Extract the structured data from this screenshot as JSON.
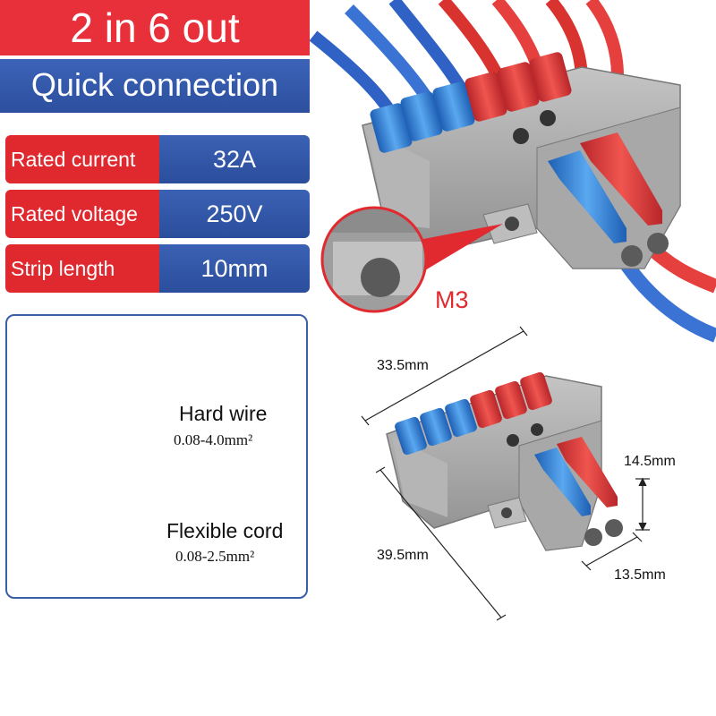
{
  "header": {
    "title": "2 in 6 out",
    "subtitle": "Quick connection"
  },
  "specs": [
    {
      "label": "Rated current",
      "value": "32A"
    },
    {
      "label": "Rated voltage",
      "value": "250V"
    },
    {
      "label": "Strip length",
      "value": "10mm"
    }
  ],
  "callout": {
    "label": "M3"
  },
  "wires": [
    {
      "name": "Hard wire",
      "size": "0.08-4.0mm²"
    },
    {
      "name": "Flexible cord",
      "size": "0.08-2.5mm²"
    }
  ],
  "dimensions": {
    "width": "33.5mm",
    "length": "39.5mm",
    "height": "14.5mm",
    "depth": "13.5mm"
  },
  "colors": {
    "accent_red": "#e8303a",
    "accent_blue": "#2d4f9e",
    "lever_blue": "#3a8fe0",
    "lever_red": "#e5403d",
    "housing_gray": "#9a9a9a"
  }
}
